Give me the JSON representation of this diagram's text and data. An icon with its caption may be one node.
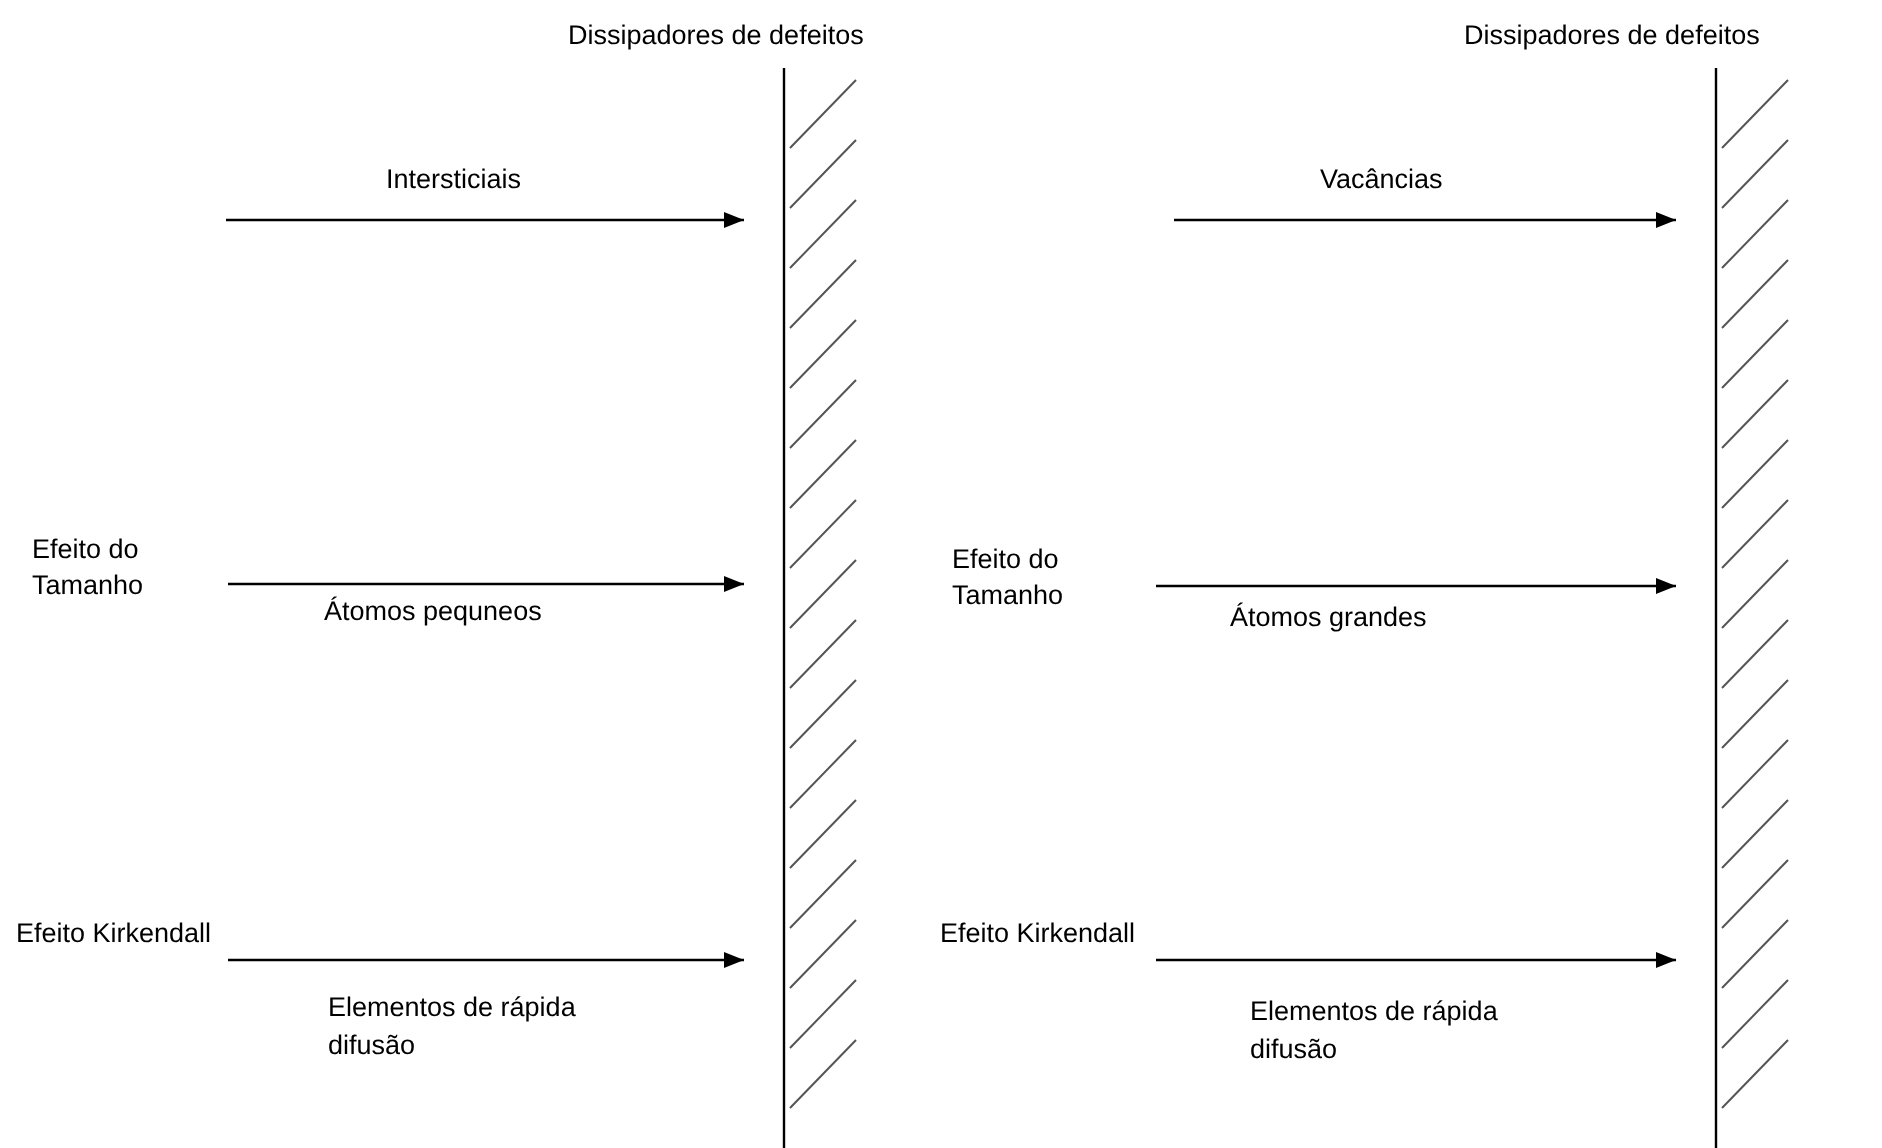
{
  "diagram": {
    "nodes": [
      {
        "text": [],
        "shape": "wall",
        "beside": [
          "Dissipadores de defeitos"
        ]
      },
      {
        "text": [],
        "shape": "wall",
        "beside": [
          "Dissipadores de defeitos"
        ]
      },
      {
        "text": [
          "Efeito do Tamanho"
        ]
      },
      {
        "text": [
          "Efeito Kirkendall"
        ]
      },
      {
        "text": [
          "Efeito do Tamanho"
        ]
      },
      {
        "text": [
          "Efeito Kirkendall"
        ]
      }
    ],
    "edges": [
      {
        "from": null,
        "to": 0,
        "arrow": "to",
        "label": "Intersticiais"
      },
      {
        "from": 2,
        "to": 0,
        "arrow": "to",
        "label": "Átomos pequneos"
      },
      {
        "from": 3,
        "to": 0,
        "arrow": "to",
        "label": "Elementos de rápida difusão"
      },
      {
        "from": null,
        "to": 1,
        "arrow": "to",
        "label": "Vacâncias"
      },
      {
        "from": 4,
        "to": 1,
        "arrow": "to",
        "label": "Átomos grandes"
      },
      {
        "from": 5,
        "to": 1,
        "arrow": "to",
        "label": "Elementos de rápida difusão"
      }
    ]
  }
}
